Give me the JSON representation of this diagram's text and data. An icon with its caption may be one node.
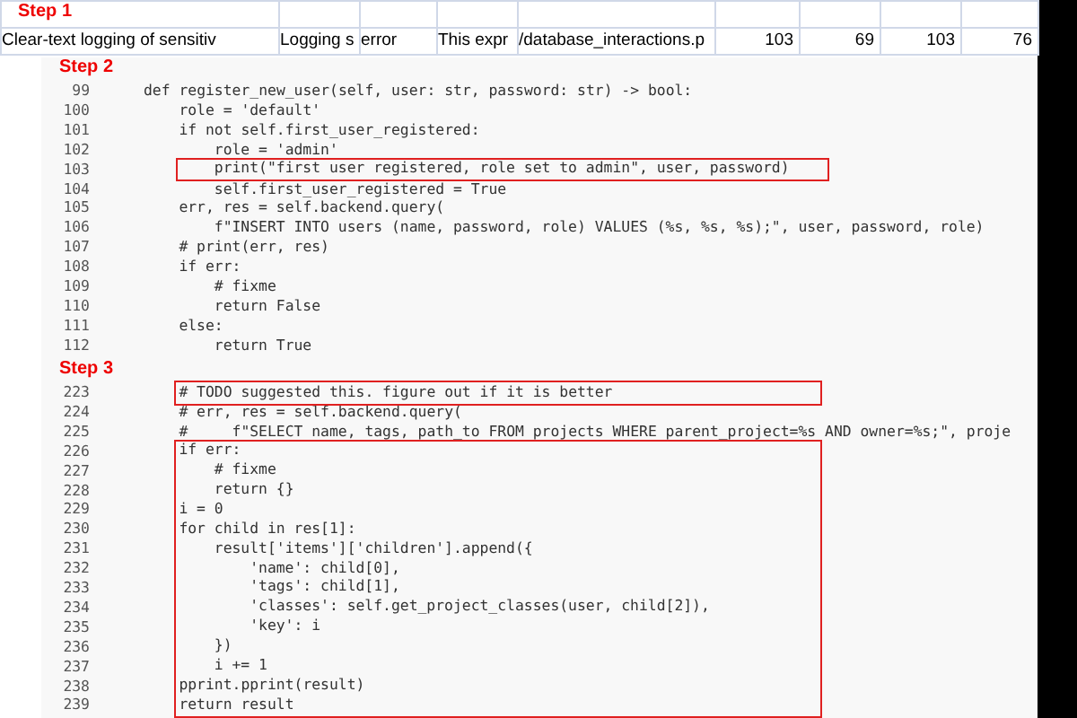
{
  "diagram": {
    "nodes": [
      {
        "text": [
          "print(\"first user registered, role set to admin\", user, password)"
        ]
      },
      {
        "text": [
          "# TODO suggested this. figure out if it is better"
        ]
      },
      {
        "text": [
          "if err:",
          "# fixme",
          "return {}",
          "i = 0",
          "for child in res[1]:",
          "result['items']['children'].append({",
          "'name': child[0],",
          "'tags': child[1],",
          "'classes': self.get_project_classes(user, child[2]),",
          "'key': i",
          "})",
          "i += 1",
          "pprint.pprint(result)",
          "return result"
        ]
      }
    ],
    "labels": [
      "Step 1",
      "Clear-text logging of sensitiv",
      "Logging s",
      "error",
      "This expr",
      "/database_interactions.p",
      "103",
      "69",
      "103",
      "76",
      "Step 2",
      "99",
      "100",
      "101",
      "102",
      "103",
      "104",
      "105",
      "106",
      "107",
      "108",
      "109",
      "110",
      "111",
      "112",
      "def register_new_user(self, user: str, password: str) -> bool:",
      "role = 'default'",
      "if not self.first_user_registered:",
      "role = 'admin'",
      "self.first_user_registered = True",
      "err, res = self.backend.query(",
      "f\"INSERT INTO users (name, password, role) VALUES (%s, %s, %s);\", user, password, role)",
      "# print(err, res)",
      "if err:",
      "# fixme",
      "return False",
      "else:",
      "return True",
      "Step 3",
      "223",
      "224",
      "225",
      "226",
      "227",
      "228",
      "229",
      "230",
      "231",
      "232",
      "233",
      "234",
      "235",
      "236",
      "237",
      "238",
      "239",
      "# err, res = self.backend.query(",
      "#     f\"SELECT name, tags, path_to FROM projects WHERE parent_project=%s AND owner=%s;\", proje"
    ]
  }
}
